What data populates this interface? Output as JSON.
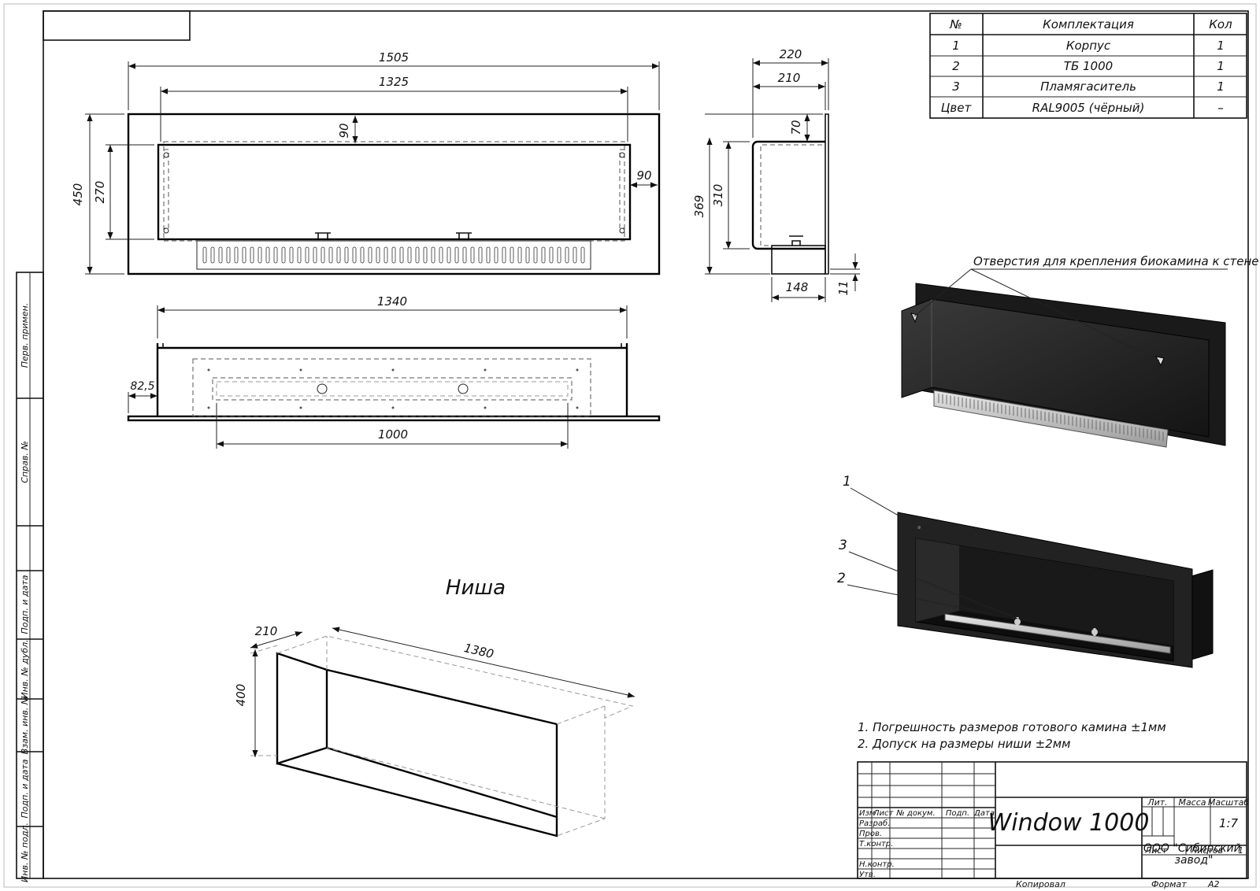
{
  "spec_table": {
    "headers": [
      "№",
      "Комплектация",
      "Кол"
    ],
    "rows": [
      [
        "1",
        "Корпус",
        "1"
      ],
      [
        "2",
        "ТБ 1000",
        "1"
      ],
      [
        "3",
        "Пламягаситель",
        "1"
      ],
      [
        "Цвет",
        "RAL9005 (чёрный)",
        "–"
      ]
    ]
  },
  "front_view": {
    "width_total": "1505",
    "width_inner": "1325",
    "top_offset": "90",
    "side_offset": "90",
    "height_total": "450",
    "height_inner": "270"
  },
  "side_view": {
    "depth_total": "220",
    "depth_body": "210",
    "top_gap": "70",
    "height_total": "369",
    "height_body": "310",
    "bottom_depth": "148",
    "bottom_gap": "11"
  },
  "top_view": {
    "width": "1340",
    "offset": "82,5",
    "burner_width": "1000"
  },
  "niche": {
    "title": "Ниша",
    "depth": "210",
    "width": "1380",
    "height": "400"
  },
  "iso_view": {
    "mount_caption": "Отверстия для крепления биокамина к стене",
    "callouts": [
      "1",
      "3",
      "2"
    ]
  },
  "notes": [
    "1. Погрешность размеров готового камина ±1мм",
    "2. Допуск на размеры ниши ±2мм"
  ],
  "side_stamps": [
    "Перв. примен.",
    "Справ. №",
    "Подп. и дата",
    "Инв. № дубл.",
    "Взам. инв. №",
    "Подп. и дата",
    "Инв. № подл."
  ],
  "title_block": {
    "product": "Window 1000",
    "col_headers": [
      "Изм",
      "Лист",
      "№ докум.",
      "Подп.",
      "Дата"
    ],
    "roles": [
      "Разраб.",
      "Пров.",
      "Т.контр.",
      "Н.контр.",
      "Утв."
    ],
    "lit_label": "Лит.",
    "mass_label": "Масса",
    "scale_label": "Масштаб",
    "scale_value": "1:7",
    "sheet_label": "Лист",
    "sheets_label": "Листов",
    "sheets_value": "1",
    "company": "ООО \"Сибирский завод\"",
    "copied_label": "Копировал",
    "format_label": "Формат",
    "format_value": "А2"
  },
  "colors": {
    "ink": "#111111",
    "body_black": "#1c1c1c",
    "steel": "#b9b9b9"
  }
}
